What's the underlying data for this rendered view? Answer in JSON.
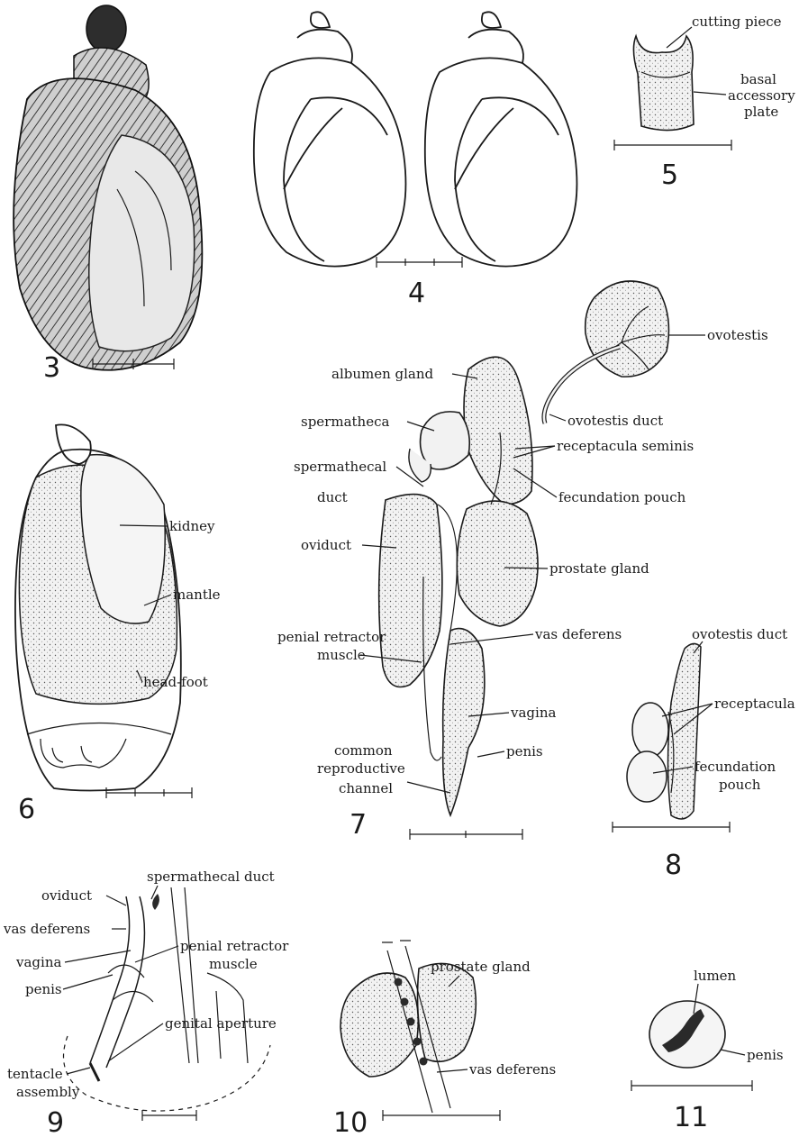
{
  "figures": {
    "fig3": {
      "number": "3"
    },
    "fig4": {
      "number": "4"
    },
    "fig5": {
      "number": "5",
      "labels": {
        "cutting_piece": "cutting piece",
        "basal_1": "basal",
        "basal_2": "accessory",
        "basal_3": "plate"
      }
    },
    "fig6": {
      "number": "6",
      "labels": {
        "kidney": "kidney",
        "mantle": "mantle",
        "head_foot": "head-foot"
      }
    },
    "fig7": {
      "number": "7",
      "labels": {
        "ovotestis": "ovotestis",
        "albumen_gland": "albumen gland",
        "ovotestis_duct": "ovotestis duct",
        "spermatheca": "spermatheca",
        "receptacula_seminis": "receptacula seminis",
        "spermathecal_duct_1": "spermathecal",
        "spermathecal_duct_2": "duct",
        "fecundation_pouch": "fecundation pouch",
        "oviduct": "oviduct",
        "prostate_gland": "prostate gland",
        "vas_deferens": "vas deferens",
        "penial_retractor_1": "penial retractor",
        "penial_retractor_2": "muscle",
        "vagina": "vagina",
        "common_1": "common",
        "common_2": "reproductive",
        "common_3": "channel",
        "penis": "penis"
      }
    },
    "fig8": {
      "number": "8",
      "labels": {
        "ovotestis_duct": "ovotestis duct",
        "receptacula": "receptacula",
        "fecundation_1": "fecundation",
        "fecundation_2": "pouch"
      }
    },
    "fig9": {
      "number": "9",
      "labels": {
        "spermathecal_duct": "spermathecal duct",
        "oviduct": "oviduct",
        "vas_deferens": "vas deferens",
        "vagina": "vagina",
        "penial_retractor_1": "penial retractor",
        "penial_retractor_2": "muscle",
        "penis": "penis",
        "genital_aperture": "genital aperture",
        "tentacle_1": "tentacle",
        "tentacle_2": "assembly"
      }
    },
    "fig10": {
      "number": "10",
      "labels": {
        "prostate_gland": "prostate gland",
        "vas_deferens": "vas deferens"
      }
    },
    "fig11": {
      "number": "11",
      "labels": {
        "lumen": "lumen",
        "penis": "penis"
      }
    }
  }
}
